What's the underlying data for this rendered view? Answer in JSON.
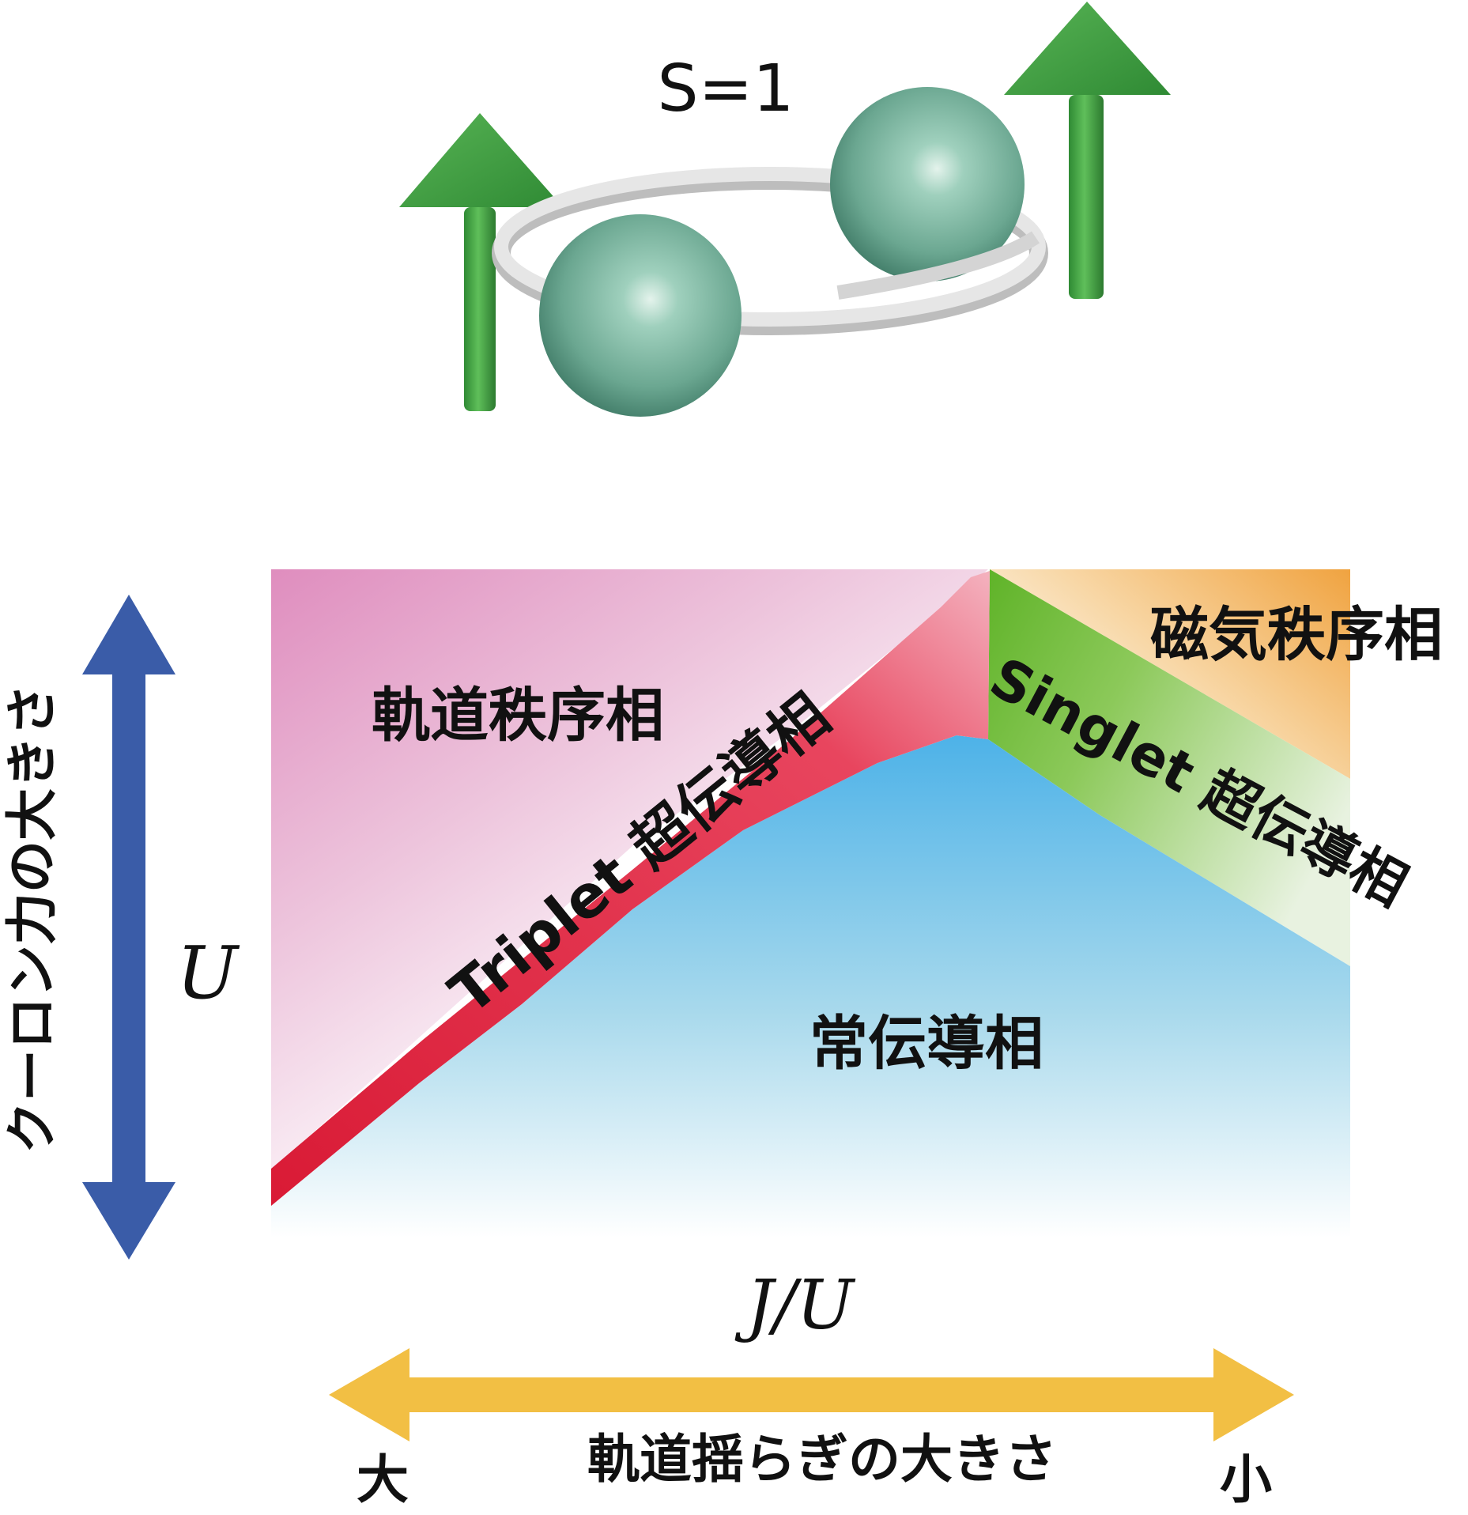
{
  "illustration": {
    "spin_label": "S=1"
  },
  "diagram": {
    "regions": {
      "orbital_order": "軌道秩序相",
      "magnetic_order": "磁気秩序相",
      "triplet_sc": "Triplet 超伝導相",
      "singlet_sc": "Singlet 超伝導相",
      "normal": "常伝導相"
    },
    "y_axis": {
      "symbol": "U",
      "caption": "クーロン力の大きさ"
    },
    "x_axis": {
      "symbol": "J/U",
      "caption": "軌道揺らぎの大きさ",
      "left_end": "大",
      "right_end": "小"
    }
  },
  "colors": {
    "arrow_green": "#4aa64a",
    "sphere": "#6fae98",
    "ring": "#d9d9d9",
    "orbital_pink": "#e08fbd",
    "triplet_red": "#e0253d",
    "singlet_green": "#6cba2d",
    "magnetic_orange": "#f2a850",
    "normal_blue": "#4ab3e6",
    "u_arrow_blue": "#3a5ca8",
    "ju_arrow_yellow": "#f2bf44"
  }
}
